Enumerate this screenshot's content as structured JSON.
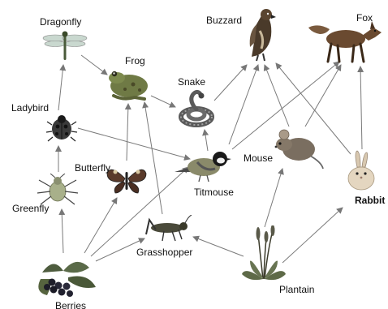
{
  "organisms": {
    "dragonfly": {
      "label": "Dragonfly",
      "icon": "dragonfly-icon"
    },
    "frog": {
      "label": "Frog",
      "icon": "frog-icon"
    },
    "snake": {
      "label": "Snake",
      "icon": "snake-icon"
    },
    "buzzard": {
      "label": "Buzzard",
      "icon": "buzzard-icon"
    },
    "fox": {
      "label": "Fox",
      "icon": "fox-icon"
    },
    "ladybird": {
      "label": "Ladybird",
      "icon": "ladybird-icon"
    },
    "butterfly": {
      "label": "Butterfly",
      "icon": "butterfly-icon"
    },
    "titmouse": {
      "label": "Titmouse",
      "icon": "titmouse-icon"
    },
    "mouse": {
      "label": "Mouse",
      "icon": "mouse-icon"
    },
    "rabbit": {
      "label": "Rabbit",
      "icon": "rabbit-icon"
    },
    "greenfly": {
      "label": "Greenfly",
      "icon": "greenfly-icon"
    },
    "grasshopper": {
      "label": "Grasshopper",
      "icon": "grasshopper-icon"
    },
    "berries": {
      "label": "Berries",
      "icon": "berries-icon"
    },
    "plantain": {
      "label": "Plantain",
      "icon": "plantain-icon"
    }
  },
  "links": [
    {
      "from": "berries",
      "to": "greenfly"
    },
    {
      "from": "berries",
      "to": "butterfly"
    },
    {
      "from": "berries",
      "to": "titmouse"
    },
    {
      "from": "berries",
      "to": "grasshopper"
    },
    {
      "from": "greenfly",
      "to": "ladybird"
    },
    {
      "from": "ladybird",
      "to": "dragonfly"
    },
    {
      "from": "ladybird",
      "to": "titmouse"
    },
    {
      "from": "dragonfly",
      "to": "frog"
    },
    {
      "from": "butterfly",
      "to": "frog"
    },
    {
      "from": "grasshopper",
      "to": "frog"
    },
    {
      "from": "frog",
      "to": "snake"
    },
    {
      "from": "snake",
      "to": "buzzard"
    },
    {
      "from": "titmouse",
      "to": "snake"
    },
    {
      "from": "titmouse",
      "to": "buzzard"
    },
    {
      "from": "titmouse",
      "to": "fox"
    },
    {
      "from": "mouse",
      "to": "buzzard"
    },
    {
      "from": "mouse",
      "to": "fox"
    },
    {
      "from": "rabbit",
      "to": "buzzard"
    },
    {
      "from": "rabbit",
      "to": "fox"
    },
    {
      "from": "plantain",
      "to": "grasshopper"
    },
    {
      "from": "plantain",
      "to": "mouse"
    },
    {
      "from": "plantain",
      "to": "rabbit"
    }
  ]
}
